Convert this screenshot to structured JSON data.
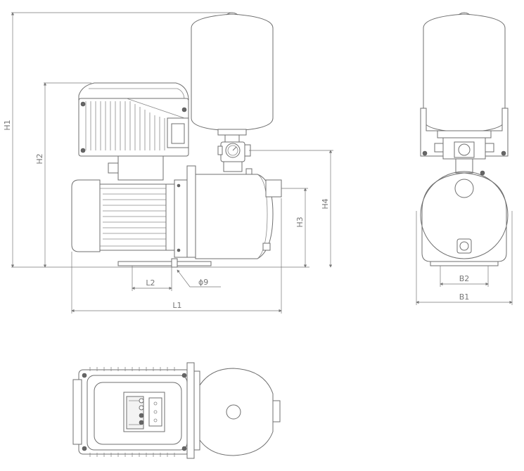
{
  "dimensions": {
    "h1": "H1",
    "h2": "H2",
    "h3": "H3",
    "h4": "H4",
    "l1": "L1",
    "l2": "L2",
    "b1": "B1",
    "b2": "B2",
    "hole": "ϕ9"
  }
}
